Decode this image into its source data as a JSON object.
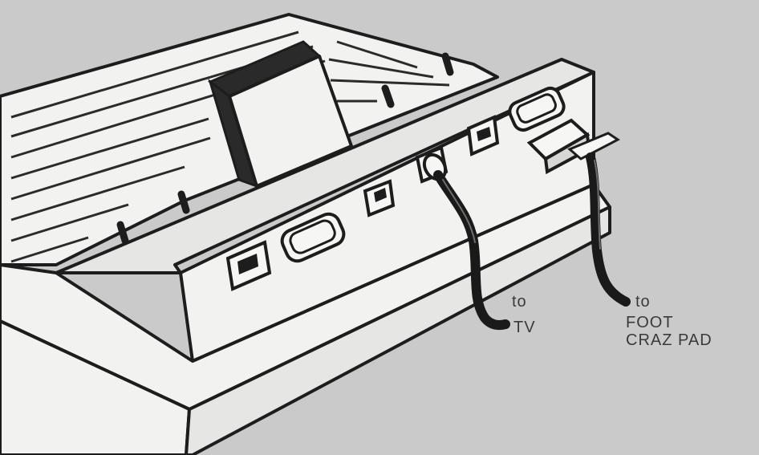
{
  "labels": {
    "tv_to": "to",
    "tv": "TV",
    "pad_to": "to",
    "pad_line1": "FOOT",
    "pad_line2": "CRAZ PAD"
  },
  "colors": {
    "background": "#cacaca",
    "ink": "#1d1d1d",
    "panel": "#f2f2f0"
  }
}
